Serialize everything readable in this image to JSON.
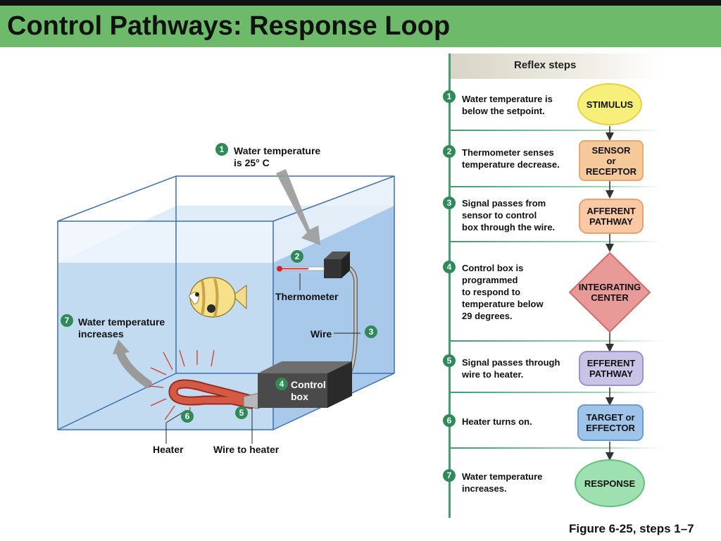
{
  "title": "Control Pathways: Response Loop",
  "caption": "Figure 6-25, steps 1–7",
  "diagram": {
    "steps": [
      {
        "num": "1",
        "text": "Water temperature\nis 25°   C"
      },
      {
        "num": "2"
      },
      {
        "num": "3"
      },
      {
        "num": "4"
      },
      {
        "num": "5"
      },
      {
        "num": "6"
      },
      {
        "num": "7",
        "text": "Water temperature\nincreases"
      }
    ],
    "labels": {
      "thermometer": "Thermometer",
      "wire": "Wire",
      "control_box": "Control\nbox",
      "heater": "Heater",
      "wire_to_heater": "Wire to heater"
    }
  },
  "reflex": {
    "header": "Reflex steps",
    "steps": [
      {
        "num": "1",
        "text": "Water temperature is\nbelow the setpoint.",
        "shape": "STIMULUS",
        "color": "#f6ef7a"
      },
      {
        "num": "2",
        "text": "Thermometer senses\ntemperature decrease.",
        "shape": "SENSOR\nor\nRECEPTOR",
        "color": "#f5c99a"
      },
      {
        "num": "3",
        "text": "Signal passes from\nsensor to control\nbox through the wire.",
        "shape": "AFFERENT\nPATHWAY",
        "color": "#f8c9a4"
      },
      {
        "num": "4",
        "text": "Control box is\nprogrammed\nto respond to\ntemperature below\n29 degrees.",
        "shape": "INTEGRATING\nCENTER",
        "color": "#e89a98"
      },
      {
        "num": "5",
        "text": "Signal passes through\nwire to heater.",
        "shape": "EFFERENT\nPATHWAY",
        "color": "#c9c4e6"
      },
      {
        "num": "6",
        "text": "Heater turns on.",
        "shape": "TARGET or\nEFFECTOR",
        "color": "#9fc4ea"
      },
      {
        "num": "7",
        "text": "Water temperature\nincreases.",
        "shape": "RESPONSE",
        "color": "#9fe0b0"
      }
    ]
  }
}
